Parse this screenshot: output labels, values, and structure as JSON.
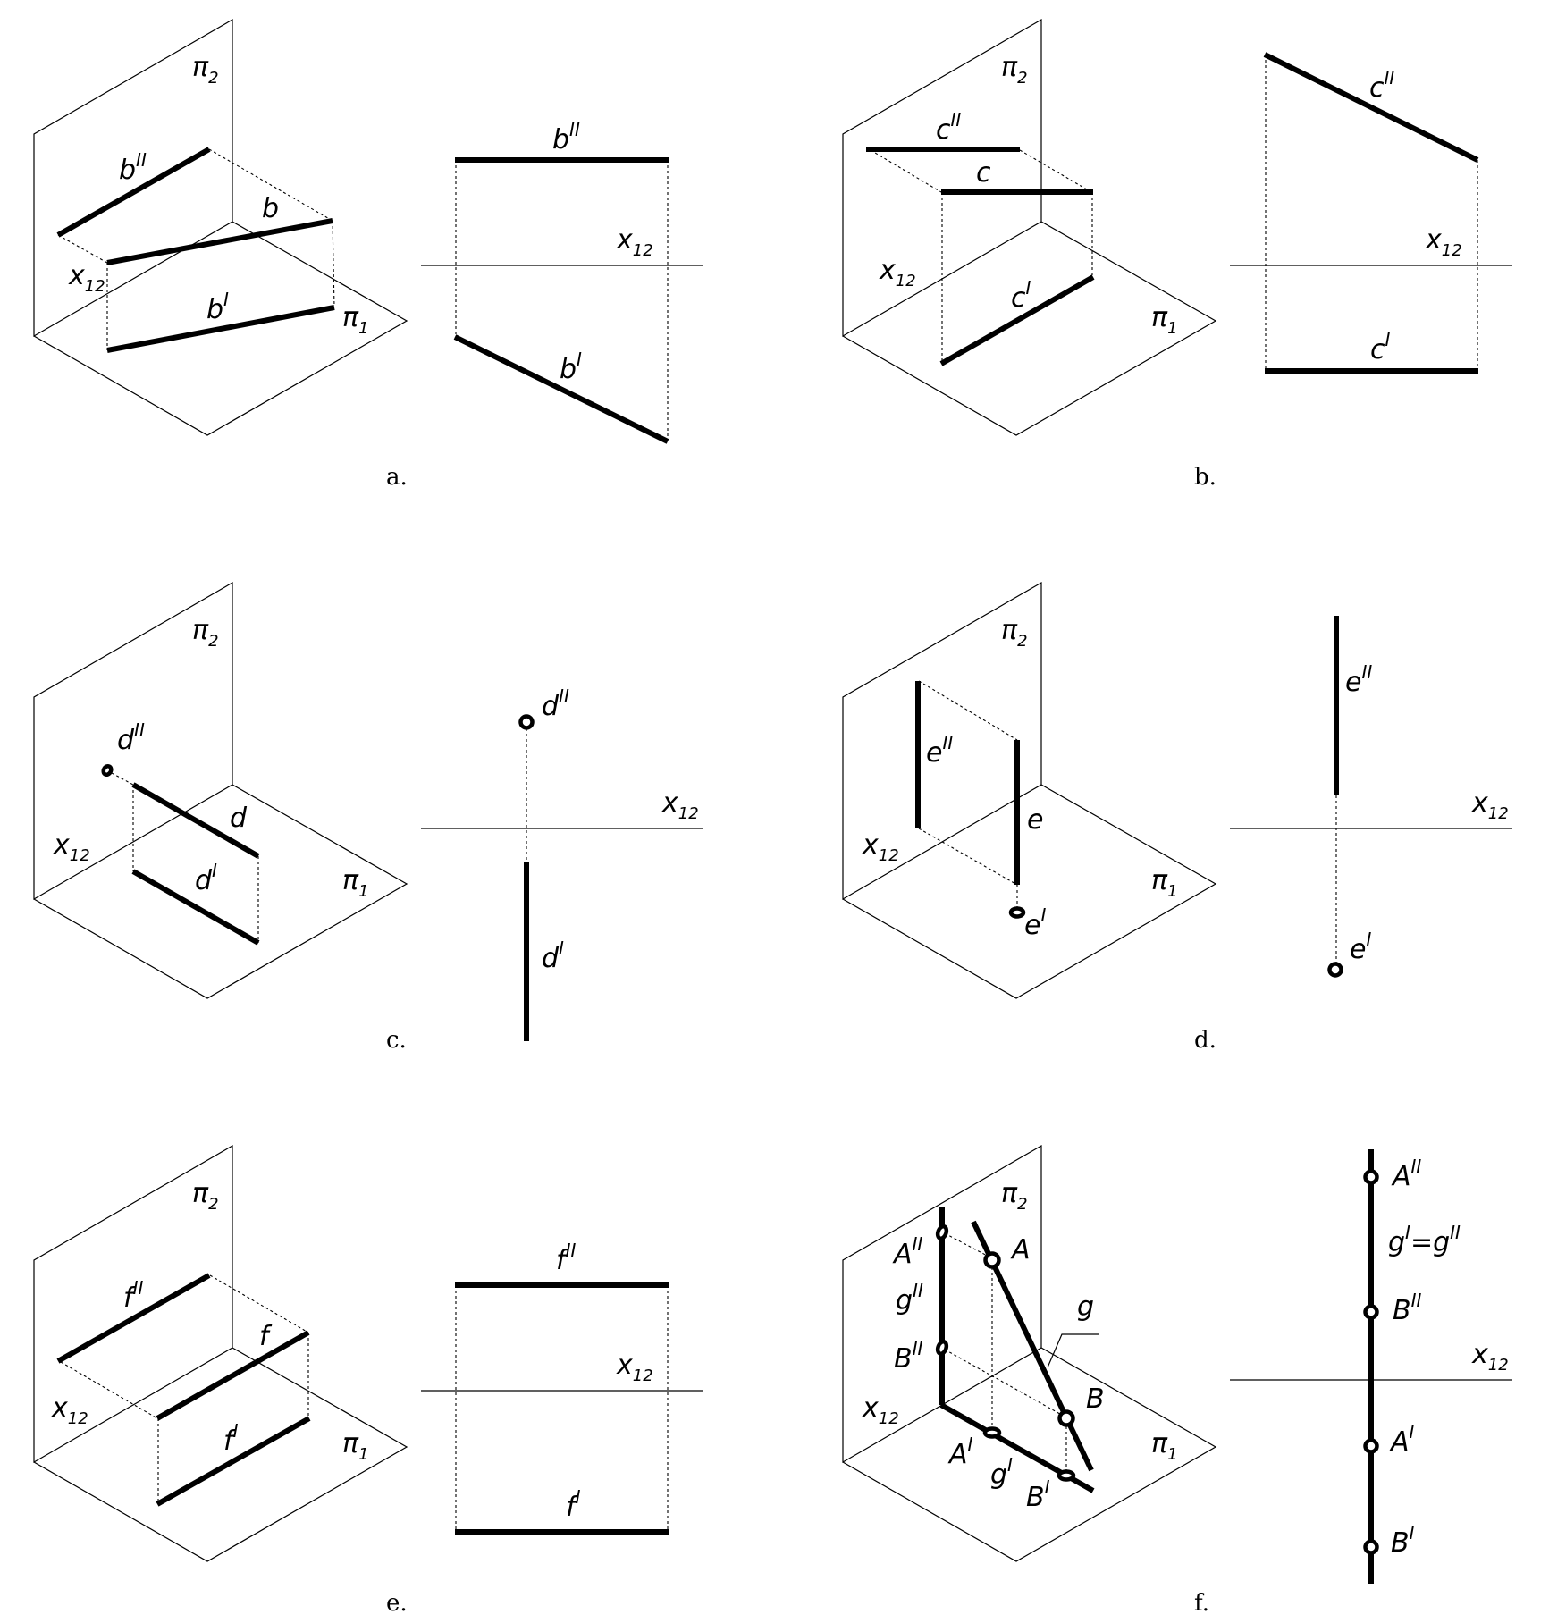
{
  "figure": {
    "description": "Six cases of a line's position relative to projection planes pi1 and pi2: isometric view and orthographic (Monge) projection for each",
    "axis_label": "x",
    "axis_subscript": "12",
    "plane_labels": {
      "pi2": {
        "symbol": "π",
        "sub": "2"
      },
      "pi1": {
        "symbol": "π",
        "sub": "1"
      }
    },
    "panels": [
      {
        "caption": "a.",
        "line": "b",
        "labels": {
          "line": "b",
          "front": "b",
          "front_sup": "II",
          "top": "b",
          "top_sup": "I"
        },
        "ortho": {
          "front": "b",
          "front_sup": "II",
          "top": "b",
          "top_sup": "I"
        }
      },
      {
        "caption": "b.",
        "line": "c",
        "labels": {
          "line": "c",
          "front": "c",
          "front_sup": "II",
          "top": "c",
          "top_sup": "I"
        },
        "ortho": {
          "front": "c",
          "front_sup": "II",
          "top": "c",
          "top_sup": "I"
        }
      },
      {
        "caption": "c.",
        "line": "d",
        "labels": {
          "line": "d",
          "front": "d",
          "front_sup": "II",
          "top": "d",
          "top_sup": "I"
        },
        "ortho": {
          "front": "d",
          "front_sup": "II",
          "top": "d",
          "top_sup": "I"
        }
      },
      {
        "caption": "d.",
        "line": "e",
        "labels": {
          "line": "e",
          "front": "e",
          "front_sup": "II",
          "top": "e",
          "top_sup": "I"
        },
        "ortho": {
          "front": "e",
          "front_sup": "II",
          "top": "e",
          "top_sup": "I"
        }
      },
      {
        "caption": "e.",
        "line": "f",
        "labels": {
          "line": "f",
          "front": "f",
          "front_sup": "II",
          "top": "f",
          "top_sup": "I"
        },
        "ortho": {
          "front": "f",
          "front_sup": "II",
          "top": "f",
          "top_sup": "I"
        }
      },
      {
        "caption": "f.",
        "line": "g",
        "labels": {
          "line": "g",
          "A": "A",
          "B": "B",
          "A_front": "A",
          "A_front_sup": "II",
          "B_front": "B",
          "B_front_sup": "II",
          "g_front": "g",
          "g_front_sup": "II",
          "A_top": "A",
          "A_top_sup": "I",
          "B_top": "B",
          "B_top_sup": "I",
          "g_top": "g",
          "g_top_sup": "I"
        },
        "ortho": {
          "A_front": "A",
          "A_front_sup": "II",
          "B_front": "B",
          "B_front_sup": "II",
          "A_top": "A",
          "A_top_sup": "I",
          "B_top": "B",
          "B_top_sup": "I",
          "equation_left": "g",
          "equation_left_sup": "I",
          "equation_eq": "=",
          "equation_right": "g",
          "equation_right_sup": "II"
        }
      }
    ]
  }
}
